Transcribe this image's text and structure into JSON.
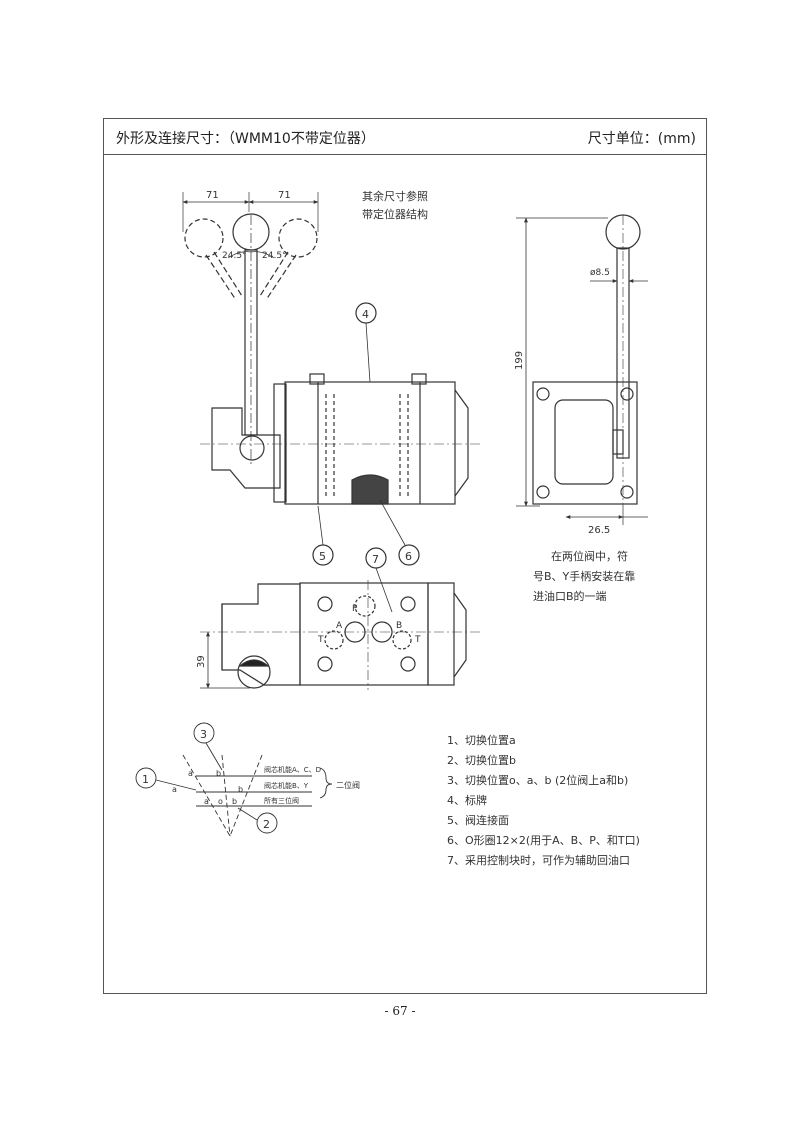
{
  "header": {
    "title": "外形及连接尺寸：（WMM10不带定位器）",
    "unit": "尺寸单位：(mm)"
  },
  "drawing": {
    "note_lines": [
      "其余尺寸参照",
      "带定位器结构"
    ],
    "dims": {
      "left_71": "71",
      "right_71": "71",
      "angle_left": "24.5°",
      "angle_right": "24.5°",
      "height_199": "199",
      "diameter": "ø8.5",
      "width_26_5": "26.5",
      "height_39": "39"
    },
    "callouts": {
      "c1": "1",
      "c2": "2",
      "c3": "3",
      "c4": "4",
      "c5": "5",
      "c6": "6",
      "c7": "7"
    },
    "ports": {
      "P": "P",
      "A": "A",
      "B": "B",
      "T1": "T",
      "T2": "T"
    },
    "two_pos_note": [
      "在两位阀中，符",
      "号B、Y手柄安装在靠",
      "进油口B的一端"
    ],
    "position_diagram": {
      "letters": {
        "a1": "a",
        "b1": "b",
        "a2": "a",
        "b2": "b",
        "a3": "a",
        "o": "o",
        "b3": "b"
      },
      "row1": "阀芯机能A、C、D",
      "row2": "阀芯机能B、Y",
      "row3": "所有三位阀",
      "bracket": "二位阀"
    },
    "legend": [
      "1、切换位置a",
      "2、切换位置b",
      "3、切换位置o、a、b (2位阀上a和b)",
      "4、标牌",
      "5、阀连接面",
      "6、O形圈12×2(用于A、B、P、和T口)",
      "7、采用控制块时，可作为辅助回油口"
    ]
  },
  "footer": {
    "page_number": "- 67 -"
  }
}
